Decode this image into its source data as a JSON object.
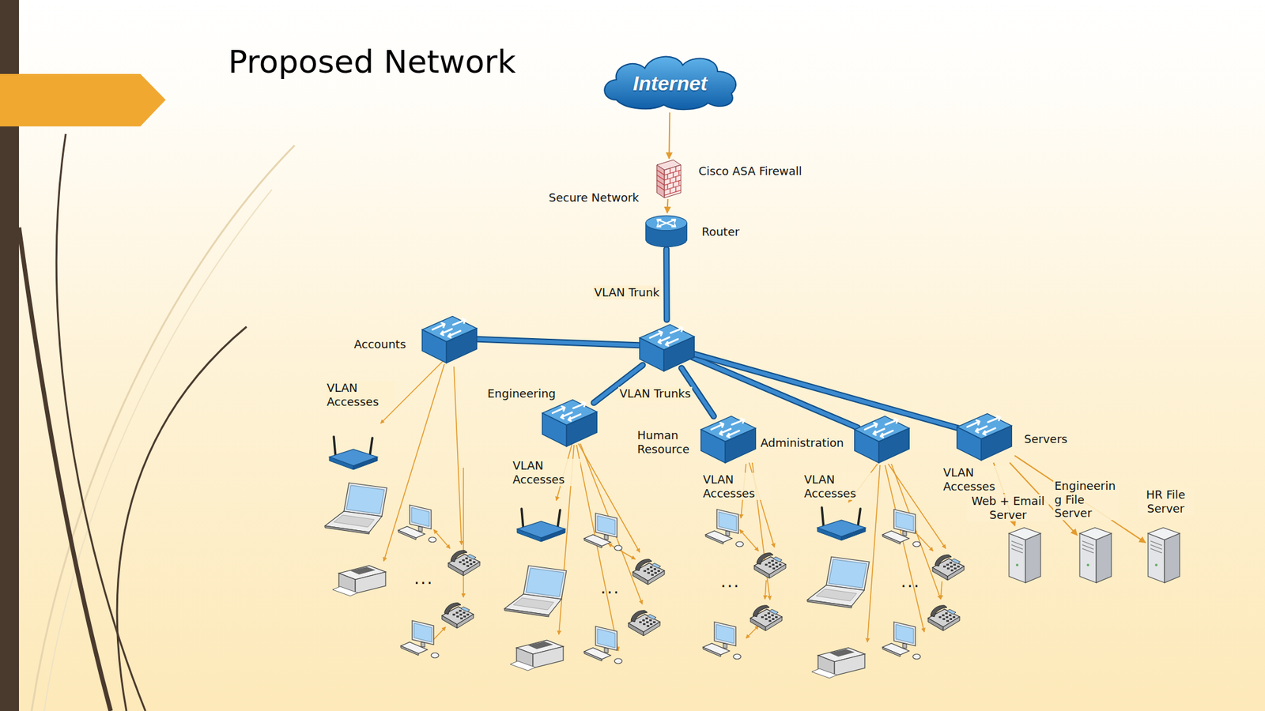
{
  "diagram": {
    "title": "Proposed Network",
    "nodes": [
      {
        "text": [
          "Internet"
        ]
      },
      {
        "text": [
          "Cisco ASA Firewall"
        ]
      },
      {
        "text": [
          "Router"
        ]
      },
      {
        "text": []
      },
      {
        "text": [
          "Accounts"
        ]
      },
      {
        "text": [
          "Engineering"
        ]
      },
      {
        "text": [
          "Human Resource"
        ]
      },
      {
        "text": [
          "Administration"
        ]
      },
      {
        "text": [
          "Servers"
        ]
      },
      {
        "text": [
          "Web + Email Server"
        ]
      },
      {
        "text": [
          "Engineerin g File Server"
        ]
      },
      {
        "text": [
          "HR File Server"
        ]
      }
    ],
    "edges": [
      {
        "from": 0,
        "to": 1,
        "arrow": "to"
      },
      {
        "from": 1,
        "to": 2,
        "arrow": "to"
      },
      {
        "from": 2,
        "to": 3,
        "label": "VLAN Trunk",
        "arrow": "none"
      },
      {
        "from": 3,
        "to": 4,
        "arrow": "none"
      },
      {
        "from": 3,
        "to": 5,
        "arrow": "none"
      },
      {
        "from": 3,
        "to": 6,
        "arrow": "none"
      },
      {
        "from": 3,
        "to": 7,
        "arrow": "none"
      },
      {
        "from": 3,
        "to": 8,
        "arrow": "none"
      },
      {
        "from": 8,
        "to": 9,
        "arrow": "to"
      },
      {
        "from": 8,
        "to": 10,
        "arrow": "to"
      },
      {
        "from": 8,
        "to": 11,
        "arrow": "to"
      }
    ],
    "labels": [
      "Secure Network",
      "VLAN Trunks",
      "VLAN Accesses",
      "VLAN Accesses",
      "VLAN Accesses",
      "VLAN Accesses",
      "VLAN Accesses",
      "...",
      "...",
      "...",
      "..."
    ]
  }
}
